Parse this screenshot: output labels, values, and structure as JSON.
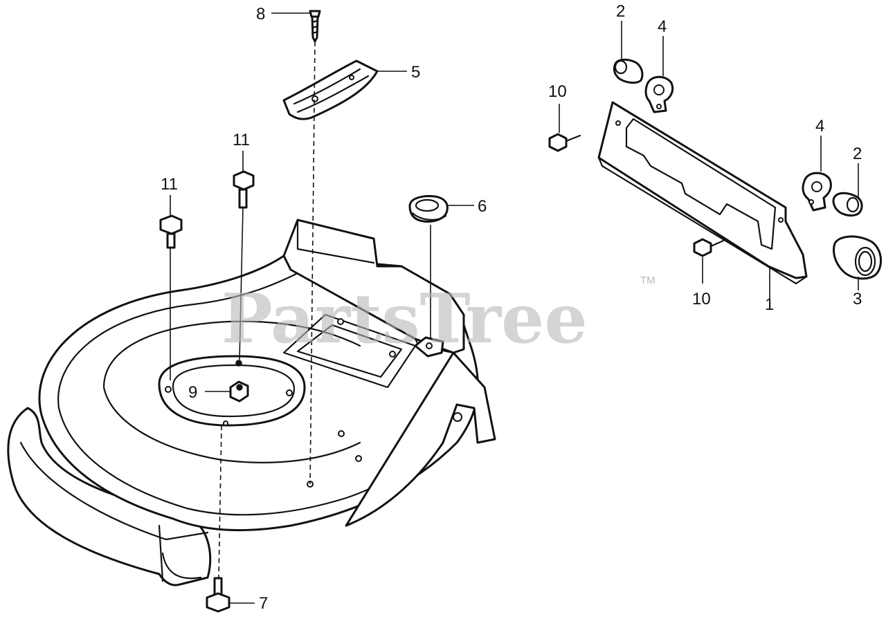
{
  "watermark": {
    "text": "PartsTree",
    "trademark": "TM"
  },
  "callouts": {
    "c1": "1",
    "c2a": "2",
    "c2b": "2",
    "c3": "3",
    "c4a": "4",
    "c4b": "4",
    "c5": "5",
    "c6": "6",
    "c7": "7",
    "c8": "8",
    "c9": "9",
    "c10a": "10",
    "c10b": "10",
    "c11a": "11",
    "c11b": "11"
  }
}
